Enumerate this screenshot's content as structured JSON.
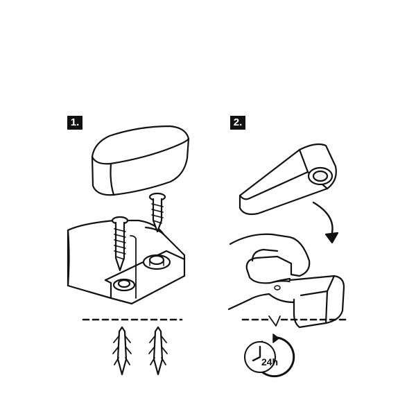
{
  "steps": [
    {
      "label": "1."
    },
    {
      "label": "2."
    }
  ],
  "timer": {
    "text": "24h",
    "icon": "clock-arrow-icon"
  },
  "colors": {
    "ink": "#111111",
    "paper": "#ffffff",
    "tint": "#f2f2f2"
  }
}
